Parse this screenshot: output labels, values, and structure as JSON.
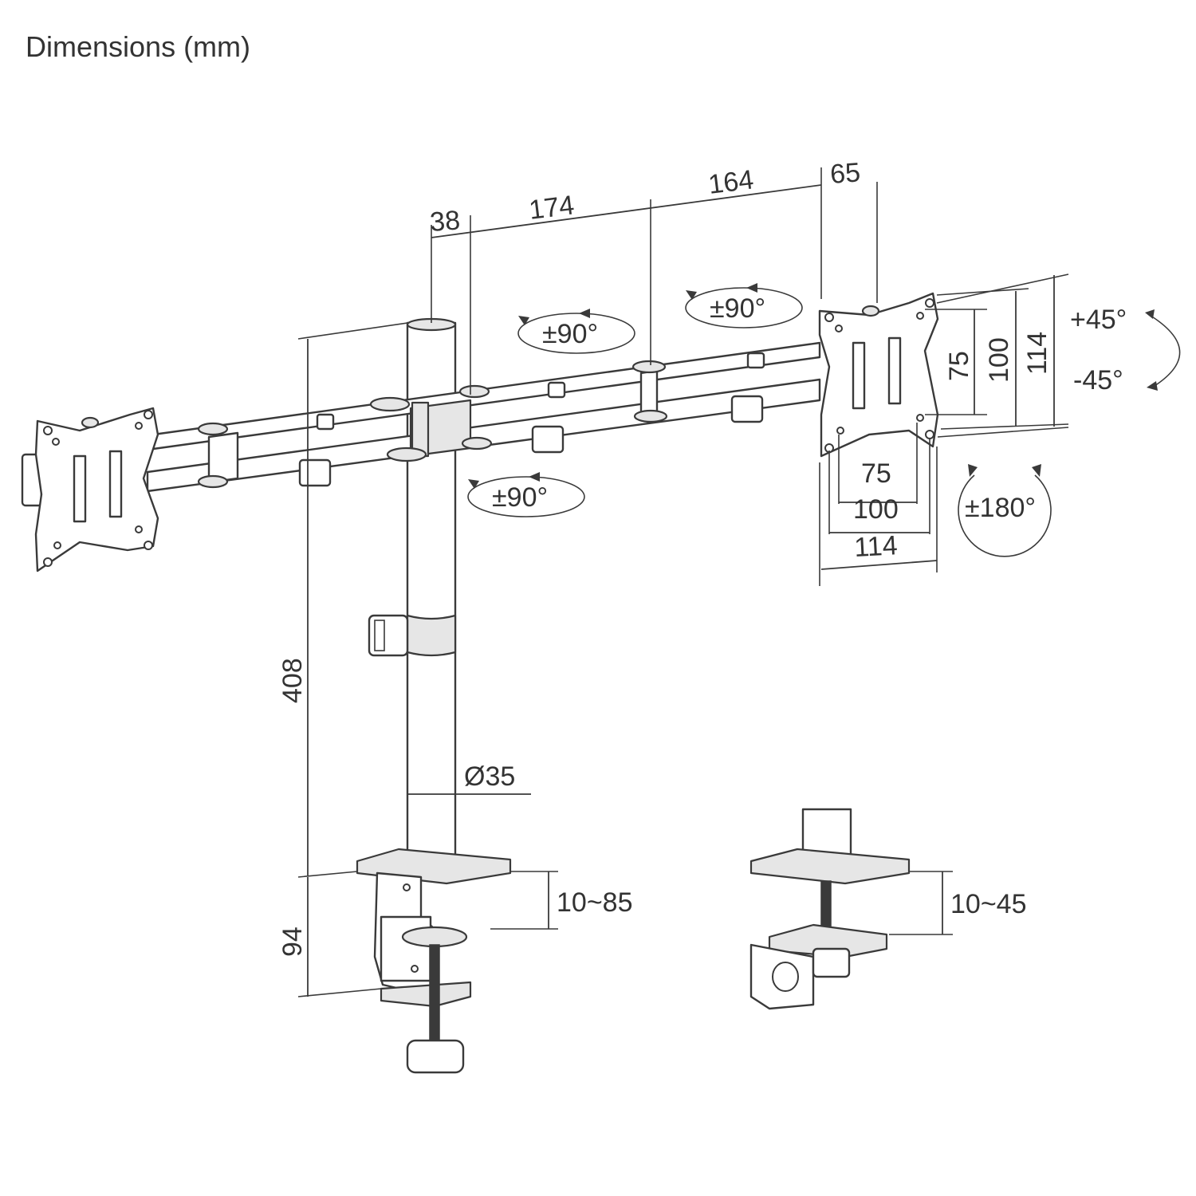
{
  "title": "Dimensions (mm)",
  "dimensions": {
    "top_38": "38",
    "top_174": "174",
    "top_164": "164",
    "top_65": "65",
    "height_408": "408",
    "height_94": "94",
    "pole_diameter": "Ø35",
    "clamp_range": "10~85",
    "grommet_range": "10~45",
    "vesa_h_75": "75",
    "vesa_h_100": "100",
    "vesa_h_114": "114",
    "vesa_v_75": "75",
    "vesa_v_100": "100",
    "vesa_v_114": "114"
  },
  "rotations": {
    "swivel_1": "±90°",
    "swivel_2": "±90°",
    "swivel_3": "±90°",
    "tilt_up": "+45°",
    "tilt_down": "-45°",
    "rotation": "±180°"
  }
}
